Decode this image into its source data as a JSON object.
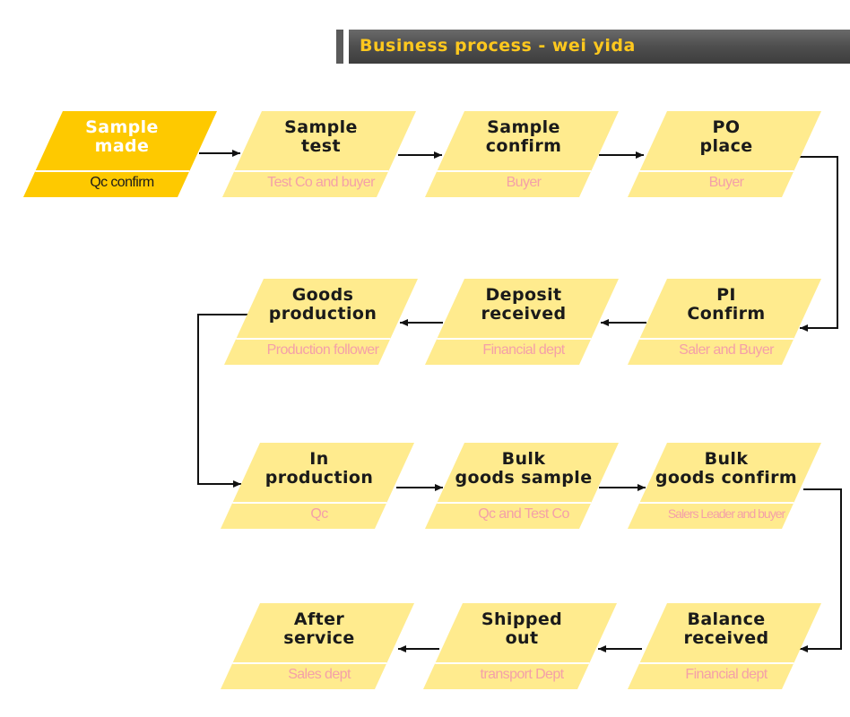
{
  "header": {
    "title": "Business process - wei yida"
  },
  "colors": {
    "step_fill": "#ffeb8e",
    "active_fill": "#fec900",
    "subtitle_text": "#f4a0a8",
    "banner": "#4e4e4e",
    "banner_text": "#ffc81e",
    "arrow": "#111111"
  },
  "steps": [
    {
      "id": "sample-made",
      "title": "Sample\nmade",
      "subtitle": "Qc confirm",
      "active": true
    },
    {
      "id": "sample-test",
      "title": "Sample\ntest",
      "subtitle": "Test Co and buyer"
    },
    {
      "id": "sample-confirm",
      "title": "Sample\nconfirm",
      "subtitle": "Buyer"
    },
    {
      "id": "po-place",
      "title": "PO\nplace",
      "subtitle": "Buyer"
    },
    {
      "id": "goods-production",
      "title": "Goods\nproduction",
      "subtitle": "Production follower"
    },
    {
      "id": "deposit-received",
      "title": "Deposit\nreceived",
      "subtitle": "Financial dept"
    },
    {
      "id": "pi-confirm",
      "title": "PI\nConfirm",
      "subtitle": "Saler and Buyer"
    },
    {
      "id": "in-production",
      "title": "In\nproduction",
      "subtitle": "Qc"
    },
    {
      "id": "bulk-goods-sample",
      "title": "Bulk\ngoods sample",
      "subtitle": "Qc and Test Co"
    },
    {
      "id": "bulk-goods-confirm",
      "title": "Bulk\ngoods confirm",
      "subtitle": "Salers Leader and buyer"
    },
    {
      "id": "after-service",
      "title": "After\nservice",
      "subtitle": "Sales dept"
    },
    {
      "id": "shipped-out",
      "title": "Shipped\nout",
      "subtitle": "transport Dept"
    },
    {
      "id": "balance-received",
      "title": "Balance\nreceived",
      "subtitle": "Financial dept"
    }
  ]
}
